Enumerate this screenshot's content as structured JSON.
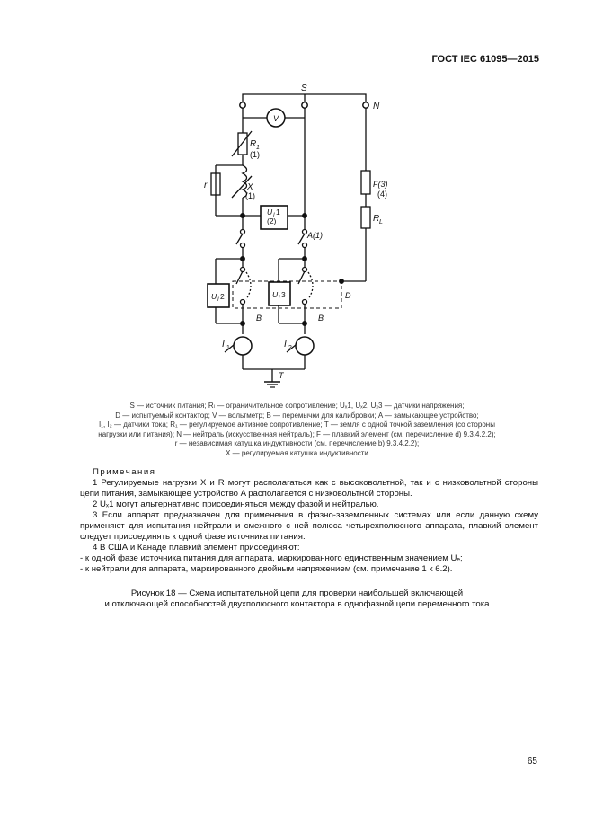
{
  "header": {
    "standard": "ГОСТ IEC 61095—2015"
  },
  "diagram": {
    "labels": {
      "S": "S",
      "N": "N",
      "V": "V",
      "R1": "R",
      "R1_sub": "1",
      "R1_num": "(1)",
      "r": "r",
      "X": "X",
      "X_num": "(1)",
      "U1": "U",
      "U1_sub": "I",
      "U1_rest": "1",
      "U1_num": "(2)",
      "A": "A(1)",
      "F": "F(3)",
      "F_num": "(4)",
      "RL": "R",
      "RL_sub": "L",
      "U2": "U",
      "U2_sub": "I",
      "U2_rest": "2",
      "U3": "U",
      "U3_sub": "I",
      "U3_rest": "3",
      "D": "D",
      "B1": "B",
      "B2": "B",
      "I1": "I",
      "I1_sub": "1",
      "I2": "I",
      "I2_sub": "2",
      "T": "T"
    }
  },
  "legend": [
    "S — источник питания; Rₗ — ограничительное сопротивление; Uₓ1, Uₓ2, Uₓ3 — датчики напряжения;",
    "D — испытуемый контактор; V — вольтметр; B — перемычки для калибровки; A — замыкающее устройство;",
    "I₁, I₂ — датчики тока; R₁ — регулируемое активное сопротивление; T — земля с одной точкой заземления (со стороны",
    "нагрузки или питания); N — нейтраль (искусственная нейтраль); F — плавкий элемент (см. перечисление d) 9.3.4.2.2);",
    "r — независимая катушка индуктивности (см. перечисление b) 9.3.4.2.2);",
    "X — регулируемая катушка индуктивности"
  ],
  "notes": {
    "title": "Примечания",
    "items": [
      "1 Регулируемые нагрузки X и R могут располагаться как с высоковольтной, так и с низковольтной стороны цепи питания, замыкающее устройство A располагается с низковольтной стороны.",
      "2 Uₓ1 могут альтернативно присоединяться между фазой и нейтралью.",
      "3 Если аппарат предназначен для применения в фазно-заземленных системах или если данную схему применяют для испытания нейтрали и смежного с ней полюса четырехполюсного аппарата, плавкий элемент следует присоединять к одной фазе источника питания.",
      "4 В США и Канаде плавкий элемент присоединяют:"
    ],
    "bullets": [
      "- к одной фазе источника питания для аппарата, маркированного единственным значением Uₑ;",
      "- к нейтрали для аппарата, маркированного двойным напряжением (см. примечание 1 к 6.2)."
    ]
  },
  "caption": {
    "line1": "Рисунок 18 — Схема испытательной цепи для проверки наибольшей включающей",
    "line2": "и отключающей способностей двухполюсного контактора в однофазной цепи переменного тока"
  },
  "page_number": "65"
}
